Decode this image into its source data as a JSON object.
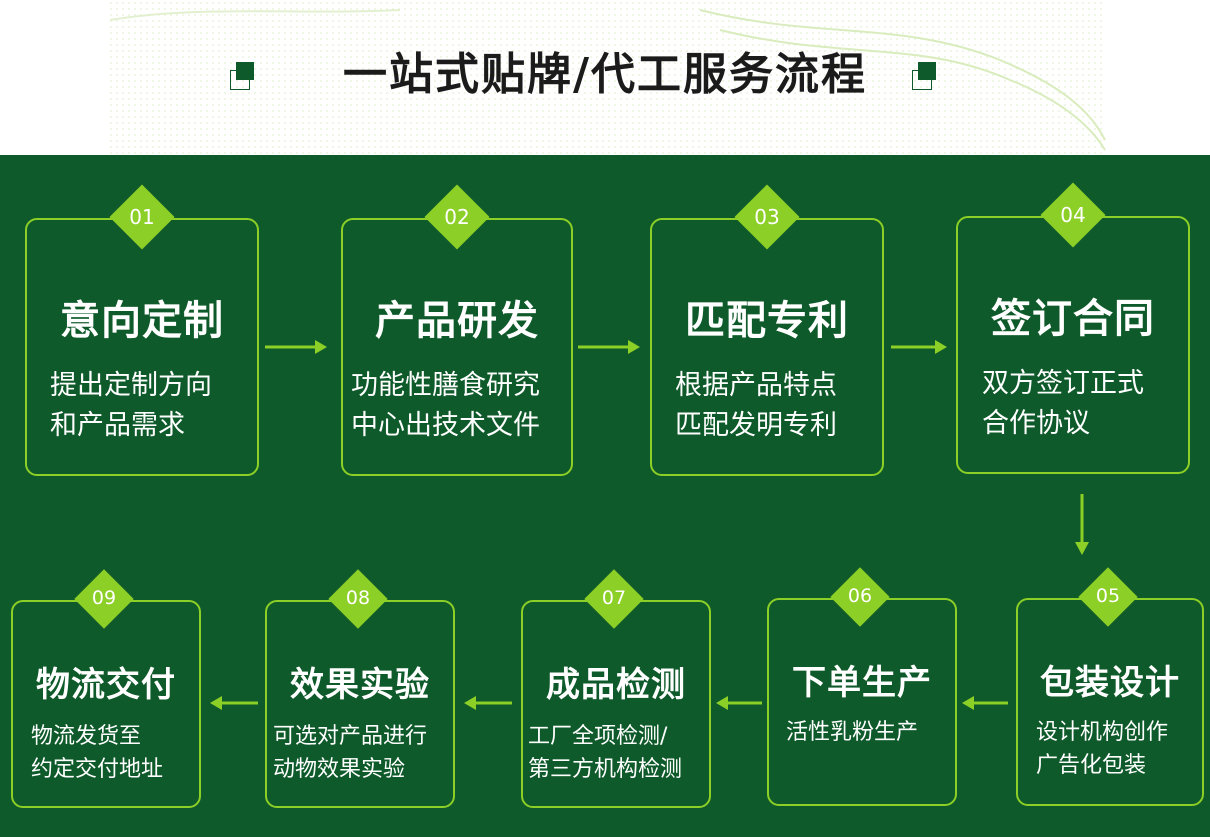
{
  "title": "一站式贴牌/代工服务流程",
  "colors": {
    "background": "#0e5a2a",
    "accent": "#8ccf26",
    "text": "#ffffff",
    "title": "#1b1b1b"
  },
  "steps": [
    {
      "num": "01",
      "title": "意向定制",
      "desc": [
        "提出定制方向",
        "和产品需求"
      ]
    },
    {
      "num": "02",
      "title": "产品研发",
      "desc": [
        "功能性膳食研究",
        "中心出技术文件"
      ]
    },
    {
      "num": "03",
      "title": "匹配专利",
      "desc": [
        "根据产品特点",
        "匹配发明专利"
      ]
    },
    {
      "num": "04",
      "title": "签订合同",
      "desc": [
        "双方签订正式",
        "合作协议"
      ]
    },
    {
      "num": "05",
      "title": "包装设计",
      "desc": [
        "设计机构创作",
        "广告化包装"
      ]
    },
    {
      "num": "06",
      "title": "下单生产",
      "desc": [
        "活性乳粉生产"
      ]
    },
    {
      "num": "07",
      "title": "成品检测",
      "desc": [
        "工厂全项检测/",
        "第三方机构检测"
      ]
    },
    {
      "num": "08",
      "title": "效果实验",
      "desc": [
        "可选对产品进行",
        "动物效果实验"
      ]
    },
    {
      "num": "09",
      "title": "物流交付",
      "desc": [
        "物流发货至",
        "约定交付地址"
      ]
    }
  ]
}
